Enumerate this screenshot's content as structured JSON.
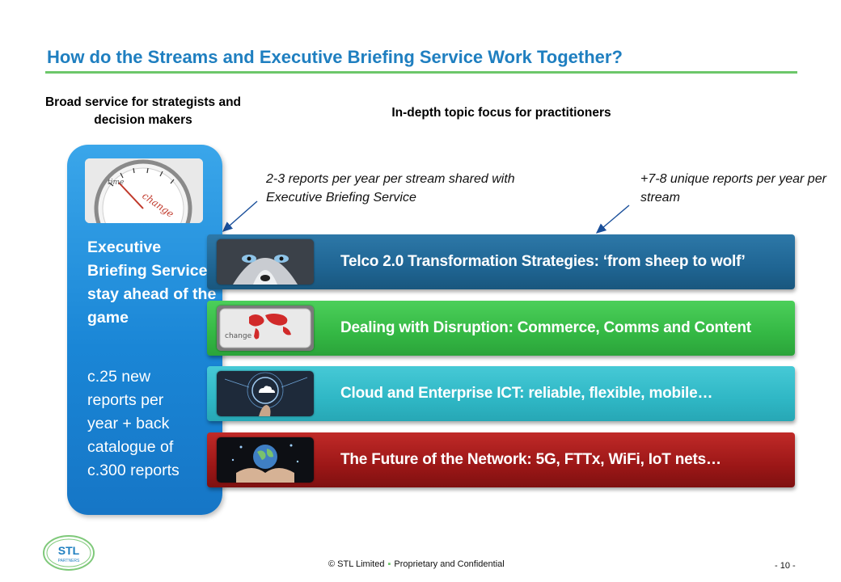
{
  "slide": {
    "title": "How do the Streams and Executive Briefing Service Work Together?",
    "header_left": "Broad service for strategists and decision makers",
    "header_right": "In-depth topic focus for practitioners",
    "note_shared": "2-3 reports per year per stream shared with Executive Briefing Service",
    "note_unique": "+7-8 unique reports per year per stream"
  },
  "executive_briefing": {
    "image_text": "change",
    "title": "Executive Briefing Service: stay ahead of the game",
    "description": " c.25 new\nreports per\nyear + back\ncatalogue of\nc.300 reports"
  },
  "streams": [
    {
      "label": "Telco 2.0 Transformation Strategies: ‘from sheep to wolf’",
      "color": "#1f6593",
      "icon": "wolf-eyes-image"
    },
    {
      "label": "Dealing with Disruption: Commerce, Comms and Content",
      "color": "#34b844",
      "icon": "change-key-world-map-image",
      "image_text": "change"
    },
    {
      "label": "Cloud and Enterprise ICT: reliable, flexible, mobile…",
      "color": "#2fb7c5",
      "icon": "cloud-hand-image"
    },
    {
      "label": "The Future of the Network: 5G, FTTx, WiFi, IoT nets…",
      "color": "#9c1717",
      "icon": "hands-globe-network-image"
    }
  ],
  "footer": {
    "logo_text": "STL",
    "logo_subtext": "PARTNERS",
    "copyright": "© STL Limited",
    "confidential": "Proprietary and Confidential",
    "page": "- 10 -"
  },
  "colors": {
    "title": "#1f7fc0",
    "rule": "#6cc76a",
    "panel": "#1a86d6"
  }
}
